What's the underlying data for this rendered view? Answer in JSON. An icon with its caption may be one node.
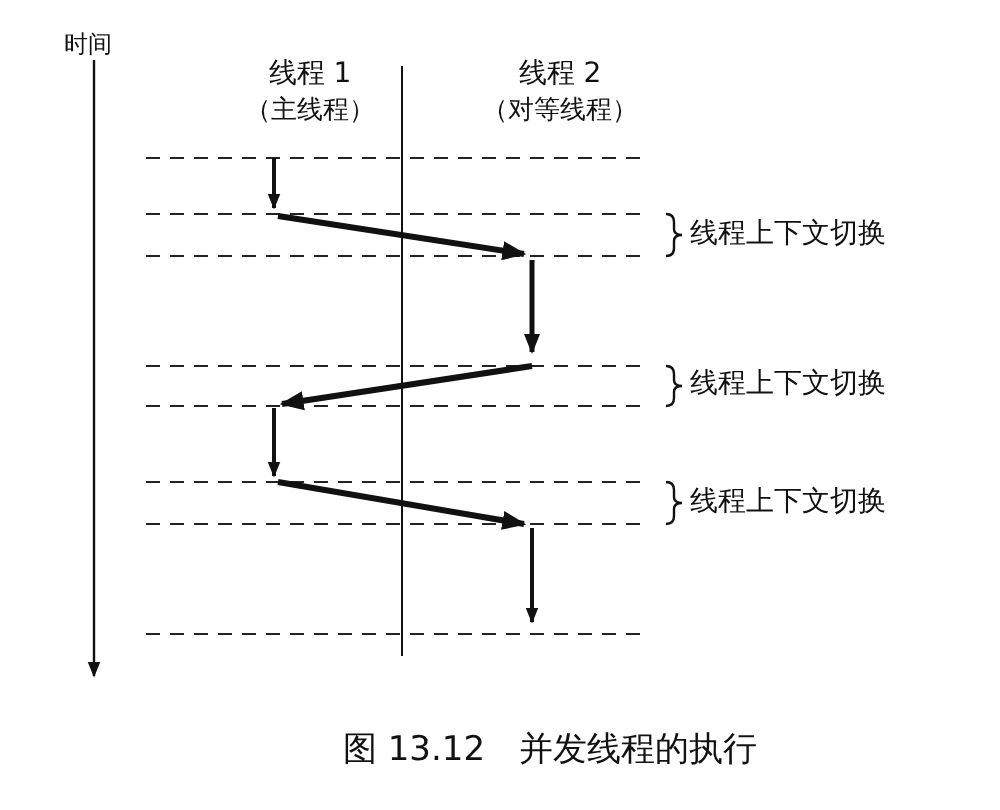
{
  "diagram": {
    "caption": "图 13.12　并发线程的执行",
    "labels": [
      "时间",
      "线程 1",
      "线程 2",
      "（主线程）",
      "（对等线程）",
      "线程上下文切换",
      "线程上下文切换",
      "线程上下文切换"
    ]
  }
}
